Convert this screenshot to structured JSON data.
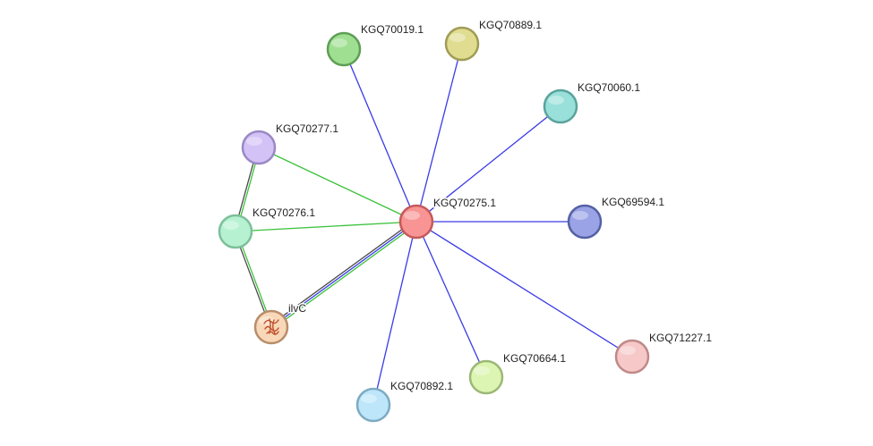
{
  "network": {
    "nodes": [
      {
        "id": "KGQ70275.1",
        "label": "KGQ70275.1",
        "color": "#f99494",
        "stroke": "#c45a5a",
        "icon": "none"
      },
      {
        "id": "KGQ70019.1",
        "label": "KGQ70019.1",
        "color": "#9fdf91",
        "stroke": "#5e9e55",
        "icon": "none"
      },
      {
        "id": "KGQ70889.1",
        "label": "KGQ70889.1",
        "color": "#e0dc90",
        "stroke": "#a09c55",
        "icon": "none"
      },
      {
        "id": "KGQ70060.1",
        "label": "KGQ70060.1",
        "color": "#9ae0da",
        "stroke": "#5aa39c",
        "icon": "none"
      },
      {
        "id": "KGQ69594.1",
        "label": "KGQ69594.1",
        "color": "#9aa3e6",
        "stroke": "#5560a4",
        "icon": "none"
      },
      {
        "id": "KGQ71227.1",
        "label": "KGQ71227.1",
        "color": "#f6c8c8",
        "stroke": "#bf8989",
        "icon": "none"
      },
      {
        "id": "KGQ70664.1",
        "label": "KGQ70664.1",
        "color": "#dcf5b2",
        "stroke": "#9cb876",
        "icon": "none"
      },
      {
        "id": "KGQ70892.1",
        "label": "KGQ70892.1",
        "color": "#bde6fa",
        "stroke": "#7eaac1",
        "icon": "none"
      },
      {
        "id": "ilvC",
        "label": "ilvC",
        "color": "#f8d8b8",
        "stroke": "#b98d6a",
        "icon": "protein-structure-icon"
      },
      {
        "id": "KGQ70276.1",
        "label": "KGQ70276.1",
        "color": "#b6f2d1",
        "stroke": "#7dbf9a",
        "icon": "none"
      },
      {
        "id": "KGQ70277.1",
        "label": "KGQ70277.1",
        "color": "#d3c2f6",
        "stroke": "#9a88c4",
        "icon": "none"
      }
    ],
    "edges": [
      {
        "source": "KGQ70275.1",
        "target": "KGQ70019.1",
        "evidence": [
          "#3a3ae8"
        ]
      },
      {
        "source": "KGQ70275.1",
        "target": "KGQ70889.1",
        "evidence": [
          "#3a3ae8"
        ]
      },
      {
        "source": "KGQ70275.1",
        "target": "KGQ70060.1",
        "evidence": [
          "#3a3ae8"
        ]
      },
      {
        "source": "KGQ70275.1",
        "target": "KGQ69594.1",
        "evidence": [
          "#3a3ae8"
        ]
      },
      {
        "source": "KGQ70275.1",
        "target": "KGQ71227.1",
        "evidence": [
          "#3a3ae8"
        ]
      },
      {
        "source": "KGQ70275.1",
        "target": "KGQ70664.1",
        "evidence": [
          "#3a3ae8"
        ]
      },
      {
        "source": "KGQ70275.1",
        "target": "KGQ70892.1",
        "evidence": [
          "#3a3ae8"
        ]
      },
      {
        "source": "KGQ70275.1",
        "target": "KGQ70277.1",
        "evidence": [
          "#3cc23c"
        ]
      },
      {
        "source": "KGQ70275.1",
        "target": "KGQ70276.1",
        "evidence": [
          "#3cc23c"
        ]
      },
      {
        "source": "KGQ70275.1",
        "target": "ilvC",
        "evidence": [
          "#3cc23c",
          "#3a3ae8",
          "#4a4a4a"
        ]
      },
      {
        "source": "KGQ70277.1",
        "target": "KGQ70276.1",
        "evidence": [
          "#3cc23c",
          "#4a4a4a"
        ]
      },
      {
        "source": "KGQ70276.1",
        "target": "ilvC",
        "evidence": [
          "#3cc23c",
          "#4a4a4a"
        ]
      }
    ]
  }
}
